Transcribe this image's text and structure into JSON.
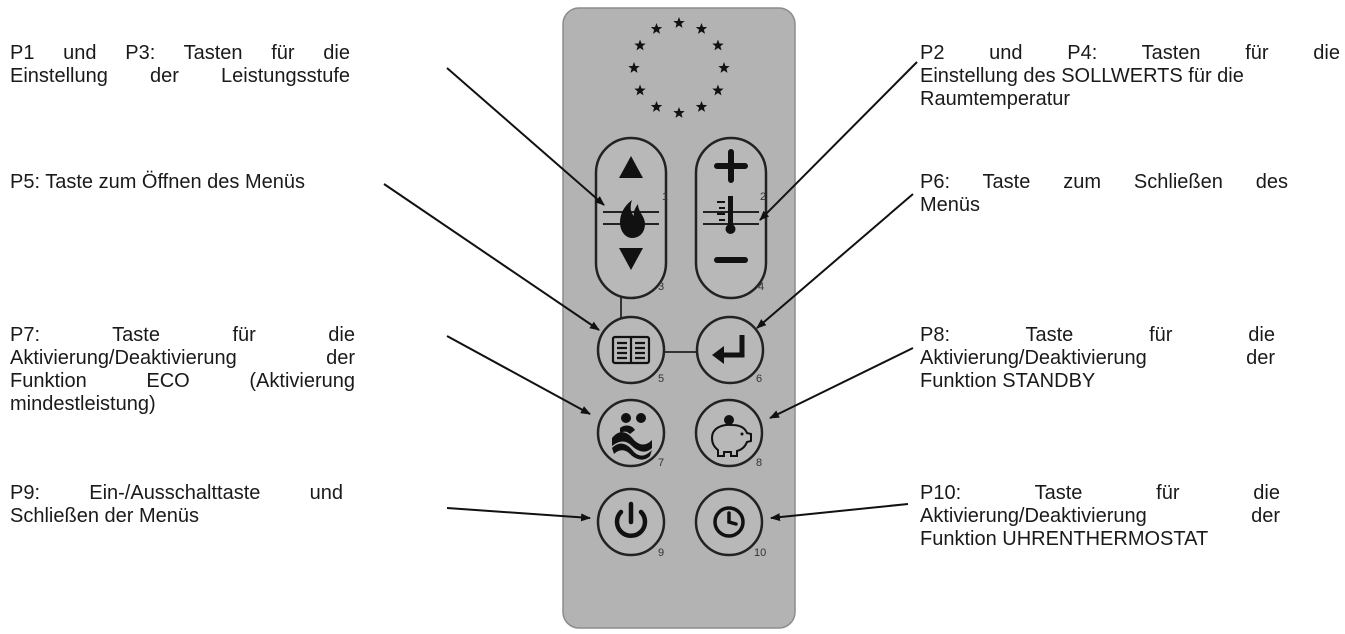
{
  "labels": {
    "p1_p3": {
      "lines": [
        "P1 und P3: Tasten für die",
        "Einstellung der Leistungsstufe"
      ]
    },
    "p2_p4": {
      "lines": [
        "P2 und P4: Tasten für die",
        "Einstellung des SOLLWERTS für die",
        "Raumtemperatur"
      ]
    },
    "p5": {
      "lines": [
        "P5: Taste zum Öffnen des Menüs"
      ]
    },
    "p6": {
      "lines": [
        "P6: Taste zum Schließen des",
        "Menüs"
      ]
    },
    "p7": {
      "lines": [
        "P7: Taste für die",
        "Aktivierung/Deaktivierung der",
        "Funktion ECO (Aktivierung",
        "mindestleistung)"
      ]
    },
    "p8": {
      "lines": [
        "P8: Taste für die",
        "Aktivierung/Deaktivierung der",
        "Funktion STANDBY"
      ]
    },
    "p9": {
      "lines": [
        "P9: Ein-/Ausschalttaste und",
        "Schließen der Menüs"
      ]
    },
    "p10": {
      "lines": [
        "P10: Taste für die",
        "Aktivierung/Deaktivierung der",
        "Funktion UHRENTHERMOSTAT"
      ]
    }
  },
  "buttons": {
    "b1": {
      "number": "1",
      "icon": "triangle-up-icon"
    },
    "b2": {
      "number": "2",
      "icon": "plus-icon"
    },
    "b3": {
      "number": "3",
      "icon": "triangle-down-icon"
    },
    "b4": {
      "number": "4",
      "icon": "minus-icon"
    },
    "b5": {
      "number": "5",
      "icon": "book-menu-icon"
    },
    "b6": {
      "number": "6",
      "icon": "enter-arrow-icon"
    },
    "b7": {
      "number": "7",
      "icon": "eco-waves-icon"
    },
    "b8": {
      "number": "8",
      "icon": "piggy-bank-icon"
    },
    "b9": {
      "number": "9",
      "icon": "power-icon"
    },
    "b10": {
      "number": "10",
      "icon": "clock-icon"
    }
  },
  "colors": {
    "panel_fill": "#b3b3b3",
    "panel_border": "#8c8c8c",
    "button_fill": "#b8b8b8",
    "ink": "#111111"
  }
}
